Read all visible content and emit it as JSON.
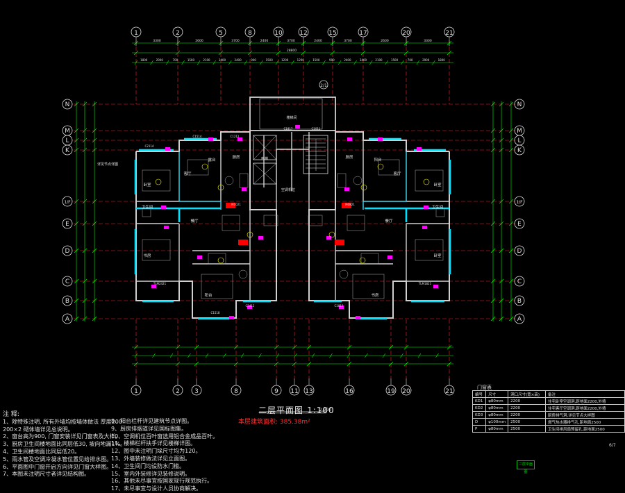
{
  "drawing": {
    "title": "二层平面图",
    "scale": "1:100",
    "area_text": "本层建筑面积: 385.38m²",
    "scale_mark": "2.900",
    "sheet_no": "6/7",
    "stamp": "二层平面图"
  },
  "grid": {
    "top_labels": [
      "1",
      "2",
      "5",
      "8",
      "10",
      "12",
      "15",
      "17",
      "20",
      "21"
    ],
    "bottom_labels": [
      "1",
      "2",
      "3",
      "8",
      "9",
      "11",
      "13",
      "16",
      "19",
      "20",
      "21"
    ],
    "right_labels": [
      "N",
      "M",
      "L",
      "K",
      "1/F",
      "E",
      "D",
      "C",
      "B",
      "A"
    ],
    "left_labels": [
      "N",
      "M",
      "L",
      "K",
      "1/F",
      "E",
      "D",
      "C",
      "B",
      "A"
    ],
    "extra_top": "2/1"
  },
  "dims": {
    "top_total": [
      "3300",
      "2600",
      "3700",
      "2400",
      "3700",
      "2400",
      "3700",
      "2600",
      "3300"
    ],
    "top_detail": [
      "1800",
      "2900",
      "700",
      "1500",
      "2100",
      "3400",
      "2400",
      "900",
      "1500",
      "1200",
      "1200",
      "1500",
      "900",
      "2400",
      "3400",
      "2100",
      "1500",
      "700",
      "2900",
      "1800"
    ],
    "overall": "28800"
  },
  "rooms": [
    {
      "label": "卧室"
    },
    {
      "label": "客厅"
    },
    {
      "label": "厨房"
    },
    {
      "label": "餐厅"
    },
    {
      "label": "卫生间"
    },
    {
      "label": "书房"
    },
    {
      "label": "阳台"
    },
    {
      "label": "露台"
    },
    {
      "label": "卧室"
    },
    {
      "label": "客厅"
    },
    {
      "label": "厨房"
    },
    {
      "label": "餐厅"
    },
    {
      "label": "卧室"
    },
    {
      "label": "书房"
    },
    {
      "label": "阳台"
    },
    {
      "label": "卫生间"
    }
  ],
  "tags": {
    "stair": "楼梯间",
    "elevator": "电梯",
    "ledge": "空调机位",
    "notice_left": "详见节点详图",
    "door_codes": [
      "C2114",
      "C1514",
      "C1212",
      "C1817",
      "C1011",
      "M1021",
      "M0821",
      "TLM2421",
      "TLM1821",
      "C1518",
      "C3412",
      "C1812"
    ]
  },
  "notes": {
    "title": "注 释:",
    "lines": [
      "1、除特殊注明, 所有外墙均按墙体做法 厚度200",
      "   200×2 砌体墙详见总说明。",
      "2、窗台高为900, 门窗安装详见门窗表及大样。",
      "3、厨房卫生间楼地面比同层低30, 坡向地漏1%。",
      "4、卫生间楼地面比同层低20。",
      "5、雨水管及空调冷凝水管位置见给排水图。",
      "6、平面图中门窗开启方向详见门窗大样图。",
      "7、本图未注明尺寸者详见结构图。"
    ],
    "lines2": [
      "8、阳台栏杆详见建筑节点详图。",
      "9、厨房排烟道详见国标图集。",
      "10、空调机位百叶窗选用铝合金成品百叶。",
      "11、楼梯栏杆扶手详见楼梯详图。",
      "12、图中未注明门垛尺寸均为120。",
      "13、外墙装修做法详见立面图。",
      "14、卫生间门均设防水门槛。",
      "15、室内外装修详见装修说明。",
      "16、其他未尽事宜按国家现行规范执行。",
      "17、未尽事宜与设计人员协商解决。"
    ]
  },
  "schedule": {
    "caption": "门窗表",
    "header": [
      "编号",
      "尺寸",
      "洞口尺寸(宽×高)",
      "备注"
    ],
    "rows": [
      [
        "KD1",
        "φ80mm",
        "2200",
        "住宅卧室空调洞,距地面2200,外墙"
      ],
      [
        "KD2",
        "φ80mm",
        "2200",
        "住宅客厅空调洞,距地面2200,外墙"
      ],
      [
        "KD3",
        "φ80mm",
        "2200",
        "厨房排气洞,详见节点大样图"
      ],
      [
        "D",
        "φ100mm",
        "2500",
        "燃气热水器排气孔,距地面2500"
      ],
      [
        "P",
        "φ80mm",
        "2500",
        "卫生间排风扇预留孔,距地面2500"
      ]
    ]
  },
  "colors": {
    "wall": "#d0d0d0",
    "window": "#00e0ff",
    "grid": "#ff2020",
    "dim": "#00ff00",
    "text": "#e0e0e0",
    "magenta": "#ff00ff",
    "red_fill": "#ff0000",
    "yellow": "#ffff00"
  }
}
